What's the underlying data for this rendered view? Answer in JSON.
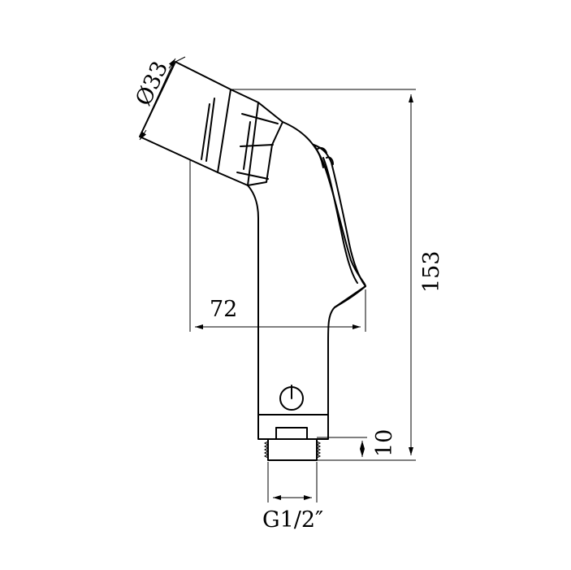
{
  "dimensions": {
    "diameter": "Ø33",
    "width": "72",
    "height": "153",
    "thread_length": "10",
    "thread_size": "G1/2″"
  }
}
